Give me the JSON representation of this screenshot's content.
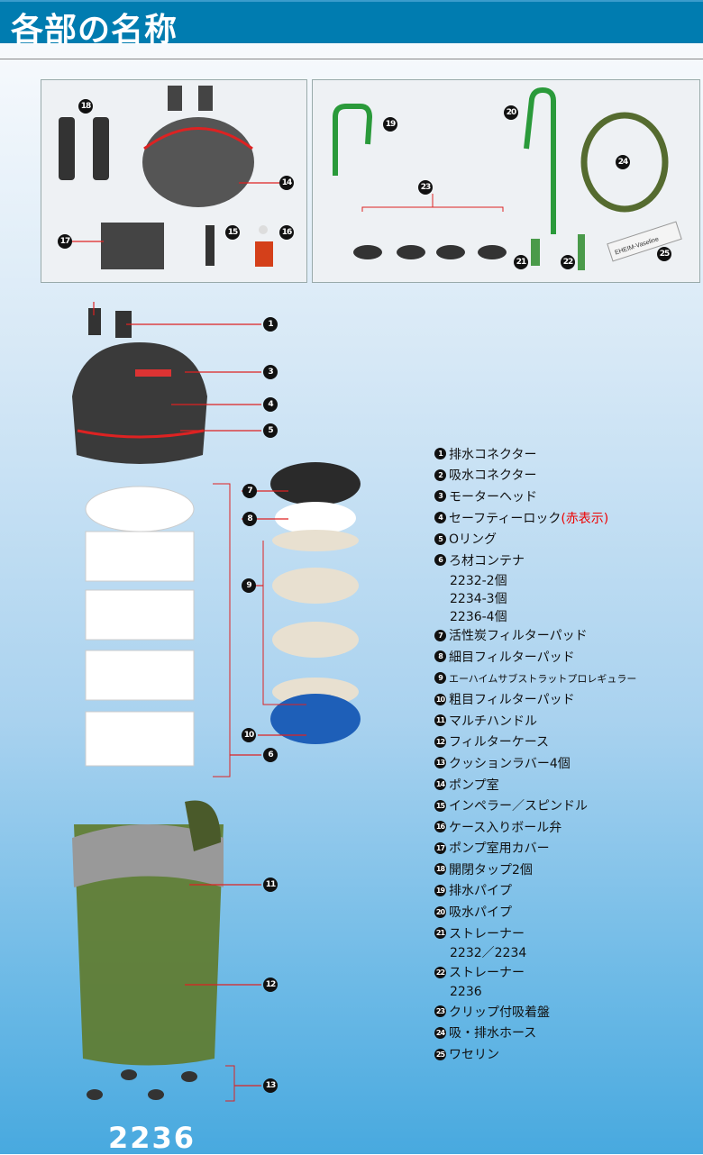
{
  "header": {
    "title": "各部の名称"
  },
  "model": "2236",
  "parts": [
    {
      "n": "1",
      "label": "排水コネクター"
    },
    {
      "n": "2",
      "label": "吸水コネクター"
    },
    {
      "n": "3",
      "label": "モーターヘッド"
    },
    {
      "n": "4",
      "label": "セーフティーロック",
      "note": "(赤表示)"
    },
    {
      "n": "5",
      "label": "Oリング"
    },
    {
      "n": "6",
      "label": "ろ材コンテナ",
      "sub": [
        "2232-2個",
        "2234-3個",
        "2236-4個"
      ]
    },
    {
      "n": "7",
      "label": "活性炭フィルターパッド"
    },
    {
      "n": "8",
      "label": "細目フィルターパッド"
    },
    {
      "n": "9",
      "label": "エーハイムサブストラットプロレギュラー"
    },
    {
      "n": "10",
      "label": "粗目フィルターパッド"
    },
    {
      "n": "11",
      "label": "マルチハンドル"
    },
    {
      "n": "12",
      "label": "フィルターケース"
    },
    {
      "n": "13",
      "label": "クッションラバー4個"
    },
    {
      "n": "14",
      "label": "ポンプ室"
    },
    {
      "n": "15",
      "label": "インペラー／スピンドル"
    },
    {
      "n": "16",
      "label": "ケース入りボール弁"
    },
    {
      "n": "17",
      "label": "ポンプ室用カバー"
    },
    {
      "n": "18",
      "label": "開閉タップ2個"
    },
    {
      "n": "19",
      "label": "排水パイプ"
    },
    {
      "n": "20",
      "label": "吸水パイプ"
    },
    {
      "n": "21",
      "label": "ストレーナー",
      "sub": [
        "2232／2234"
      ]
    },
    {
      "n": "22",
      "label": "ストレーナー",
      "sub": [
        "2236"
      ]
    },
    {
      "n": "23",
      "label": "クリップ付吸着盤"
    },
    {
      "n": "24",
      "label": "吸・排水ホース"
    },
    {
      "n": "25",
      "label": "ワセリン"
    }
  ],
  "vaseline_label": "EHEIM-Vaseline"
}
